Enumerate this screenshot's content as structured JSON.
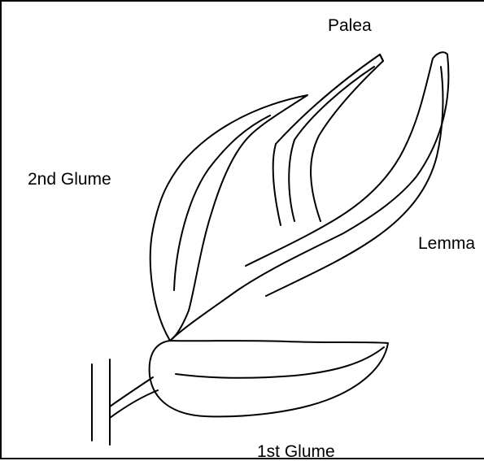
{
  "labels": {
    "palea": "Palea",
    "second_glume": "2nd Glume",
    "lemma": "Lemma",
    "first_glume": "1st Glume"
  },
  "colors": {
    "stroke": "#000000",
    "background": "#ffffff"
  }
}
